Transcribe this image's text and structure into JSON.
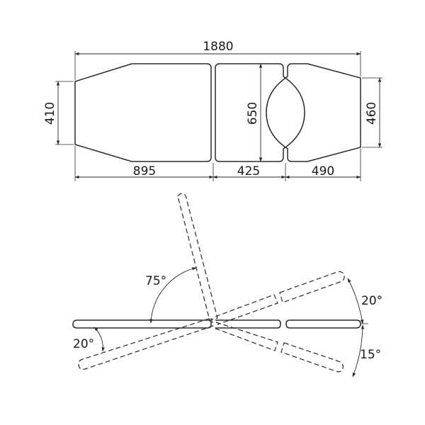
{
  "top_view": {
    "overall_length": "1880",
    "head_width": "410",
    "head_length": "895",
    "middle_length": "425",
    "middle_width": "650",
    "foot_length": "490",
    "foot_width": "460"
  },
  "side_view": {
    "backrest_angle": "75°",
    "lower_angle_left": "20°",
    "leg_up_angle": "20°",
    "leg_down_angle": "15°"
  },
  "colors": {
    "line": "#2a2a2a",
    "background": "#ffffff"
  }
}
